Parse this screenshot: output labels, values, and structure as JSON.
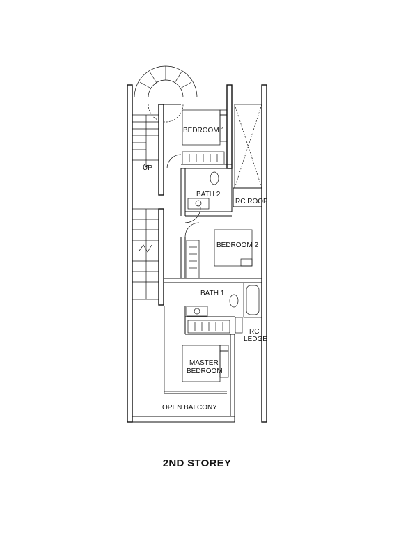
{
  "title": "2ND STOREY",
  "rooms": {
    "bedroom1": "BEDROOM 1",
    "bath2": "BATH 2",
    "rc_roof": "RC ROOF",
    "bedroom2": "BEDROOM 2",
    "bath1": "BATH 1",
    "rc_ledge_line1": "RC",
    "rc_ledge_line2": "LEDGE",
    "master_line1": "MASTER",
    "master_line2": "BEDROOM",
    "balcony": "OPEN BALCONY",
    "up": "UP"
  }
}
